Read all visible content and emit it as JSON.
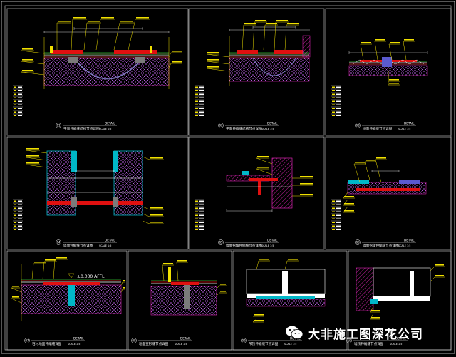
{
  "colors": {
    "background": "#000000",
    "frame": "#d8d8d8",
    "wall": "#00b7c8",
    "hatch": "#ff2ad0",
    "steel": "#e01010",
    "note": "#f0e000",
    "dim": "#30c030",
    "text": "#ffffff",
    "grid": "#3a3a9a"
  },
  "panels": [
    {
      "id": "01",
      "tag": "DETAIL",
      "caption": "平面伸缩缝结构节点详图",
      "scale": "SCALE 1:5"
    },
    {
      "id": "02",
      "tag": "DETAIL",
      "caption": "平面伸缩缝结构节点详图",
      "scale": "SCALE 1:5"
    },
    {
      "id": "03",
      "tag": "DETAIL",
      "caption": "地面伸缩缝节点详图",
      "scale": "SCALE 1:5"
    },
    {
      "id": "04",
      "tag": "DETAIL",
      "caption": "墙面伸缩缝节点详图",
      "scale": "SCALE 1:5"
    },
    {
      "id": "05",
      "tag": "DETAIL",
      "caption": "墙面拐角伸缩缝节点详图",
      "scale": "SCALE 1:5"
    },
    {
      "id": "06",
      "tag": "DETAIL",
      "caption": "墙面拐角伸缩缝节点详图",
      "scale": "SCALE 1:5"
    },
    {
      "id": "07",
      "tag": "DETAIL",
      "caption": "石材地面伸缩缝详图",
      "scale": "SCALE 1:5"
    },
    {
      "id": "08",
      "tag": "DETAIL",
      "caption": "地面变形缝节点详图",
      "scale": "SCALE 1:5"
    },
    {
      "id": "09",
      "tag": "DETAIL",
      "caption": "吊顶伸缩缝节点详图",
      "scale": "SCALE 1:5"
    },
    {
      "id": "10",
      "tag": "DETAIL",
      "caption": "墙顶伸缩缝节点详图",
      "scale": "SCALE 1:5"
    }
  ],
  "level_mark": "±0.000 AFFL",
  "watermark": {
    "icon": "wechat-icon",
    "text": "大非施工图深花公司"
  }
}
